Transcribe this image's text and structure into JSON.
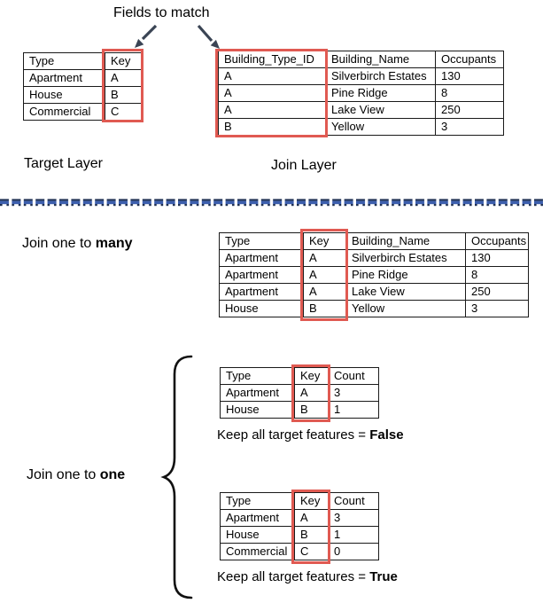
{
  "header": {
    "fields_to_match": "Fields to match"
  },
  "target": {
    "label": "Target Layer",
    "table": {
      "columns": [
        "Type",
        "Key"
      ],
      "rows": [
        [
          "Apartment",
          "A"
        ],
        [
          "House",
          "B"
        ],
        [
          "Commercial",
          "C"
        ]
      ]
    }
  },
  "join": {
    "label": "Join Layer",
    "table": {
      "columns": [
        "Building_Type_ID",
        "Building_Name",
        "Occupants"
      ],
      "rows": [
        [
          "A",
          "Silverbirch Estates",
          "130"
        ],
        [
          "A",
          "Pine Ridge",
          "8"
        ],
        [
          "A",
          "Lake View",
          "250"
        ],
        [
          "B",
          "Yellow",
          "3"
        ]
      ]
    }
  },
  "one_to_many": {
    "label_prefix": "Join one to ",
    "label_bold": "many",
    "table": {
      "columns": [
        "Type",
        "Key",
        "Building_Name",
        "Occupants"
      ],
      "rows": [
        [
          "Apartment",
          "A",
          "Silverbirch Estates",
          "130"
        ],
        [
          "Apartment",
          "A",
          "Pine Ridge",
          "8"
        ],
        [
          "Apartment",
          "A",
          "Lake View",
          "250"
        ],
        [
          "House",
          "B",
          "Yellow",
          "3"
        ]
      ]
    }
  },
  "one_to_one": {
    "label_prefix": "Join one to ",
    "label_bold": "one",
    "false_result": {
      "caption_prefix": "Keep all target features = ",
      "caption_bold": "False",
      "table": {
        "columns": [
          "Type",
          "Key",
          "Count"
        ],
        "rows": [
          [
            "Apartment",
            "A",
            "3"
          ],
          [
            "House",
            "B",
            "1"
          ]
        ]
      }
    },
    "true_result": {
      "caption_prefix": "Keep all target features = ",
      "caption_bold": "True",
      "table": {
        "columns": [
          "Type",
          "Key",
          "Count"
        ],
        "rows": [
          [
            "Apartment",
            "A",
            "3"
          ],
          [
            "House",
            "B",
            "1"
          ],
          [
            "Commercial",
            "C",
            "0"
          ]
        ]
      }
    }
  },
  "colors": {
    "highlight_red": "#E05A52",
    "divider_blue": "#3D5FAE",
    "divider_navy": "#1E2F52",
    "arrow": "#3A4454",
    "table_header_bg": "#E8E8E8"
  }
}
